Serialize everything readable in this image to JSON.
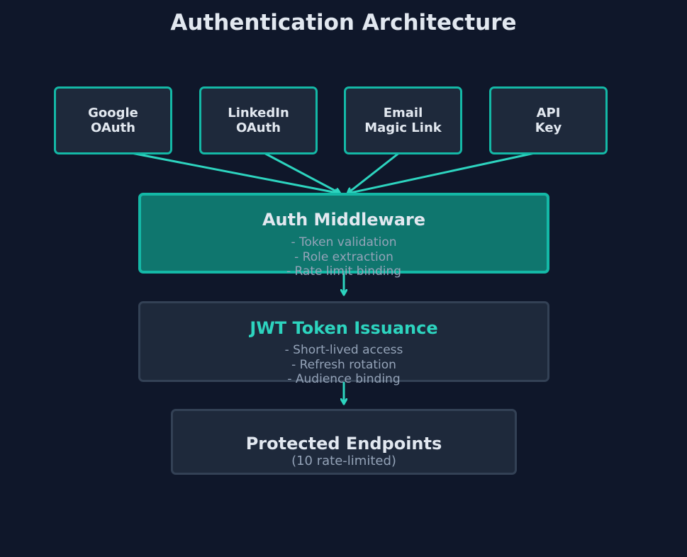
{
  "title": "Authentication Architecture",
  "providers": [
    {
      "line1": "Google",
      "line2": "OAuth"
    },
    {
      "line1": "LinkedIn",
      "line2": "OAuth"
    },
    {
      "line1": "Email",
      "line2": "Magic Link"
    },
    {
      "line1": "API",
      "line2": "Key"
    }
  ],
  "middleware": {
    "title": "Auth Middleware",
    "details": [
      "- Token validation",
      "- Role extraction",
      "- Rate limit binding"
    ]
  },
  "jwt": {
    "title": "JWT Token Issuance",
    "details": [
      "- Short-lived access",
      "- Refresh rotation",
      "- Audience binding"
    ]
  },
  "endpoints": {
    "title": "Protected Endpoints",
    "subtitle": "(10 rate-limited)"
  },
  "colors": {
    "background": "#0f172a",
    "box_fill": "#1e293b",
    "accent": "#14b8a6",
    "arrow": "#2dd4bf",
    "middleware_fill": "#0f766e",
    "muted_border": "#334155",
    "text": "#e2e8f0",
    "muted_text": "#94a3b8"
  }
}
